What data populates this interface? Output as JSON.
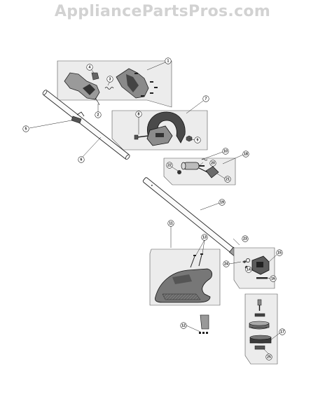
{
  "header": {
    "watermark": "AppliancePartsPros.com"
  },
  "callouts": [
    "1",
    "2",
    "3",
    "4",
    "5",
    "6",
    "7",
    "8",
    "9",
    "10",
    "11",
    "12",
    "13",
    "14",
    "15",
    "16",
    "17",
    "18",
    "19",
    "20",
    "21",
    "22",
    "23",
    "24",
    "25"
  ]
}
